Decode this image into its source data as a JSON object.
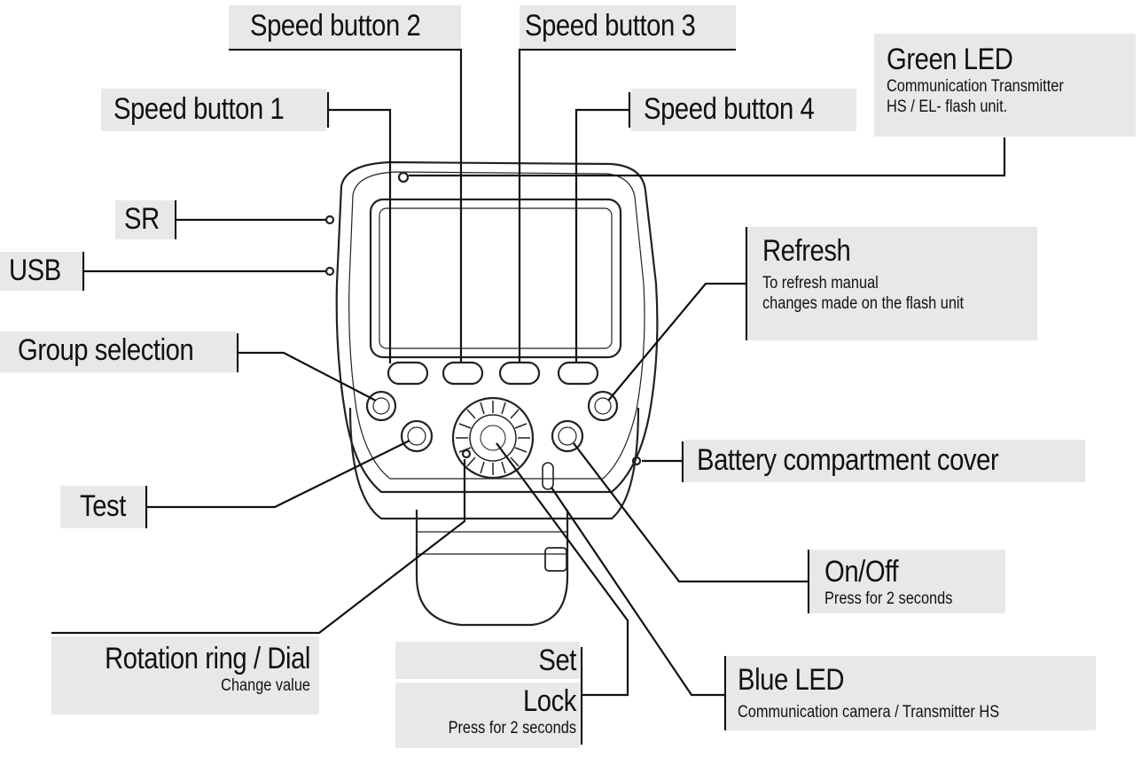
{
  "labels": {
    "speed_button_1": "Speed button 1",
    "speed_button_2": "Speed button 2",
    "speed_button_3": "Speed button 3",
    "speed_button_4": "Speed button 4",
    "green_led": {
      "title": "Green LED",
      "desc_line1": "Communication Transmitter",
      "desc_line2": "HS / EL- flash unit."
    },
    "sr": "SR",
    "usb": "USB",
    "refresh": {
      "title": "Refresh",
      "desc_line1": "To refresh manual",
      "desc_line2": "changes made on the flash unit"
    },
    "group_selection": "Group selection",
    "battery_cover": "Battery compartment cover",
    "test": "Test",
    "on_off": {
      "title": "On/Off",
      "desc": "Press for 2 seconds"
    },
    "rotation_ring": {
      "title": "Rotation ring / Dial",
      "desc": "Change value"
    },
    "set": "Set",
    "lock": {
      "title": "Lock",
      "desc": "Press for 2 seconds"
    },
    "blue_led": {
      "title": "Blue LED",
      "desc": "Communication camera / Transmitter HS"
    }
  },
  "colors": {
    "label_bg": "#e8e8e8",
    "line": "#111111",
    "device_stroke": "#222222"
  }
}
